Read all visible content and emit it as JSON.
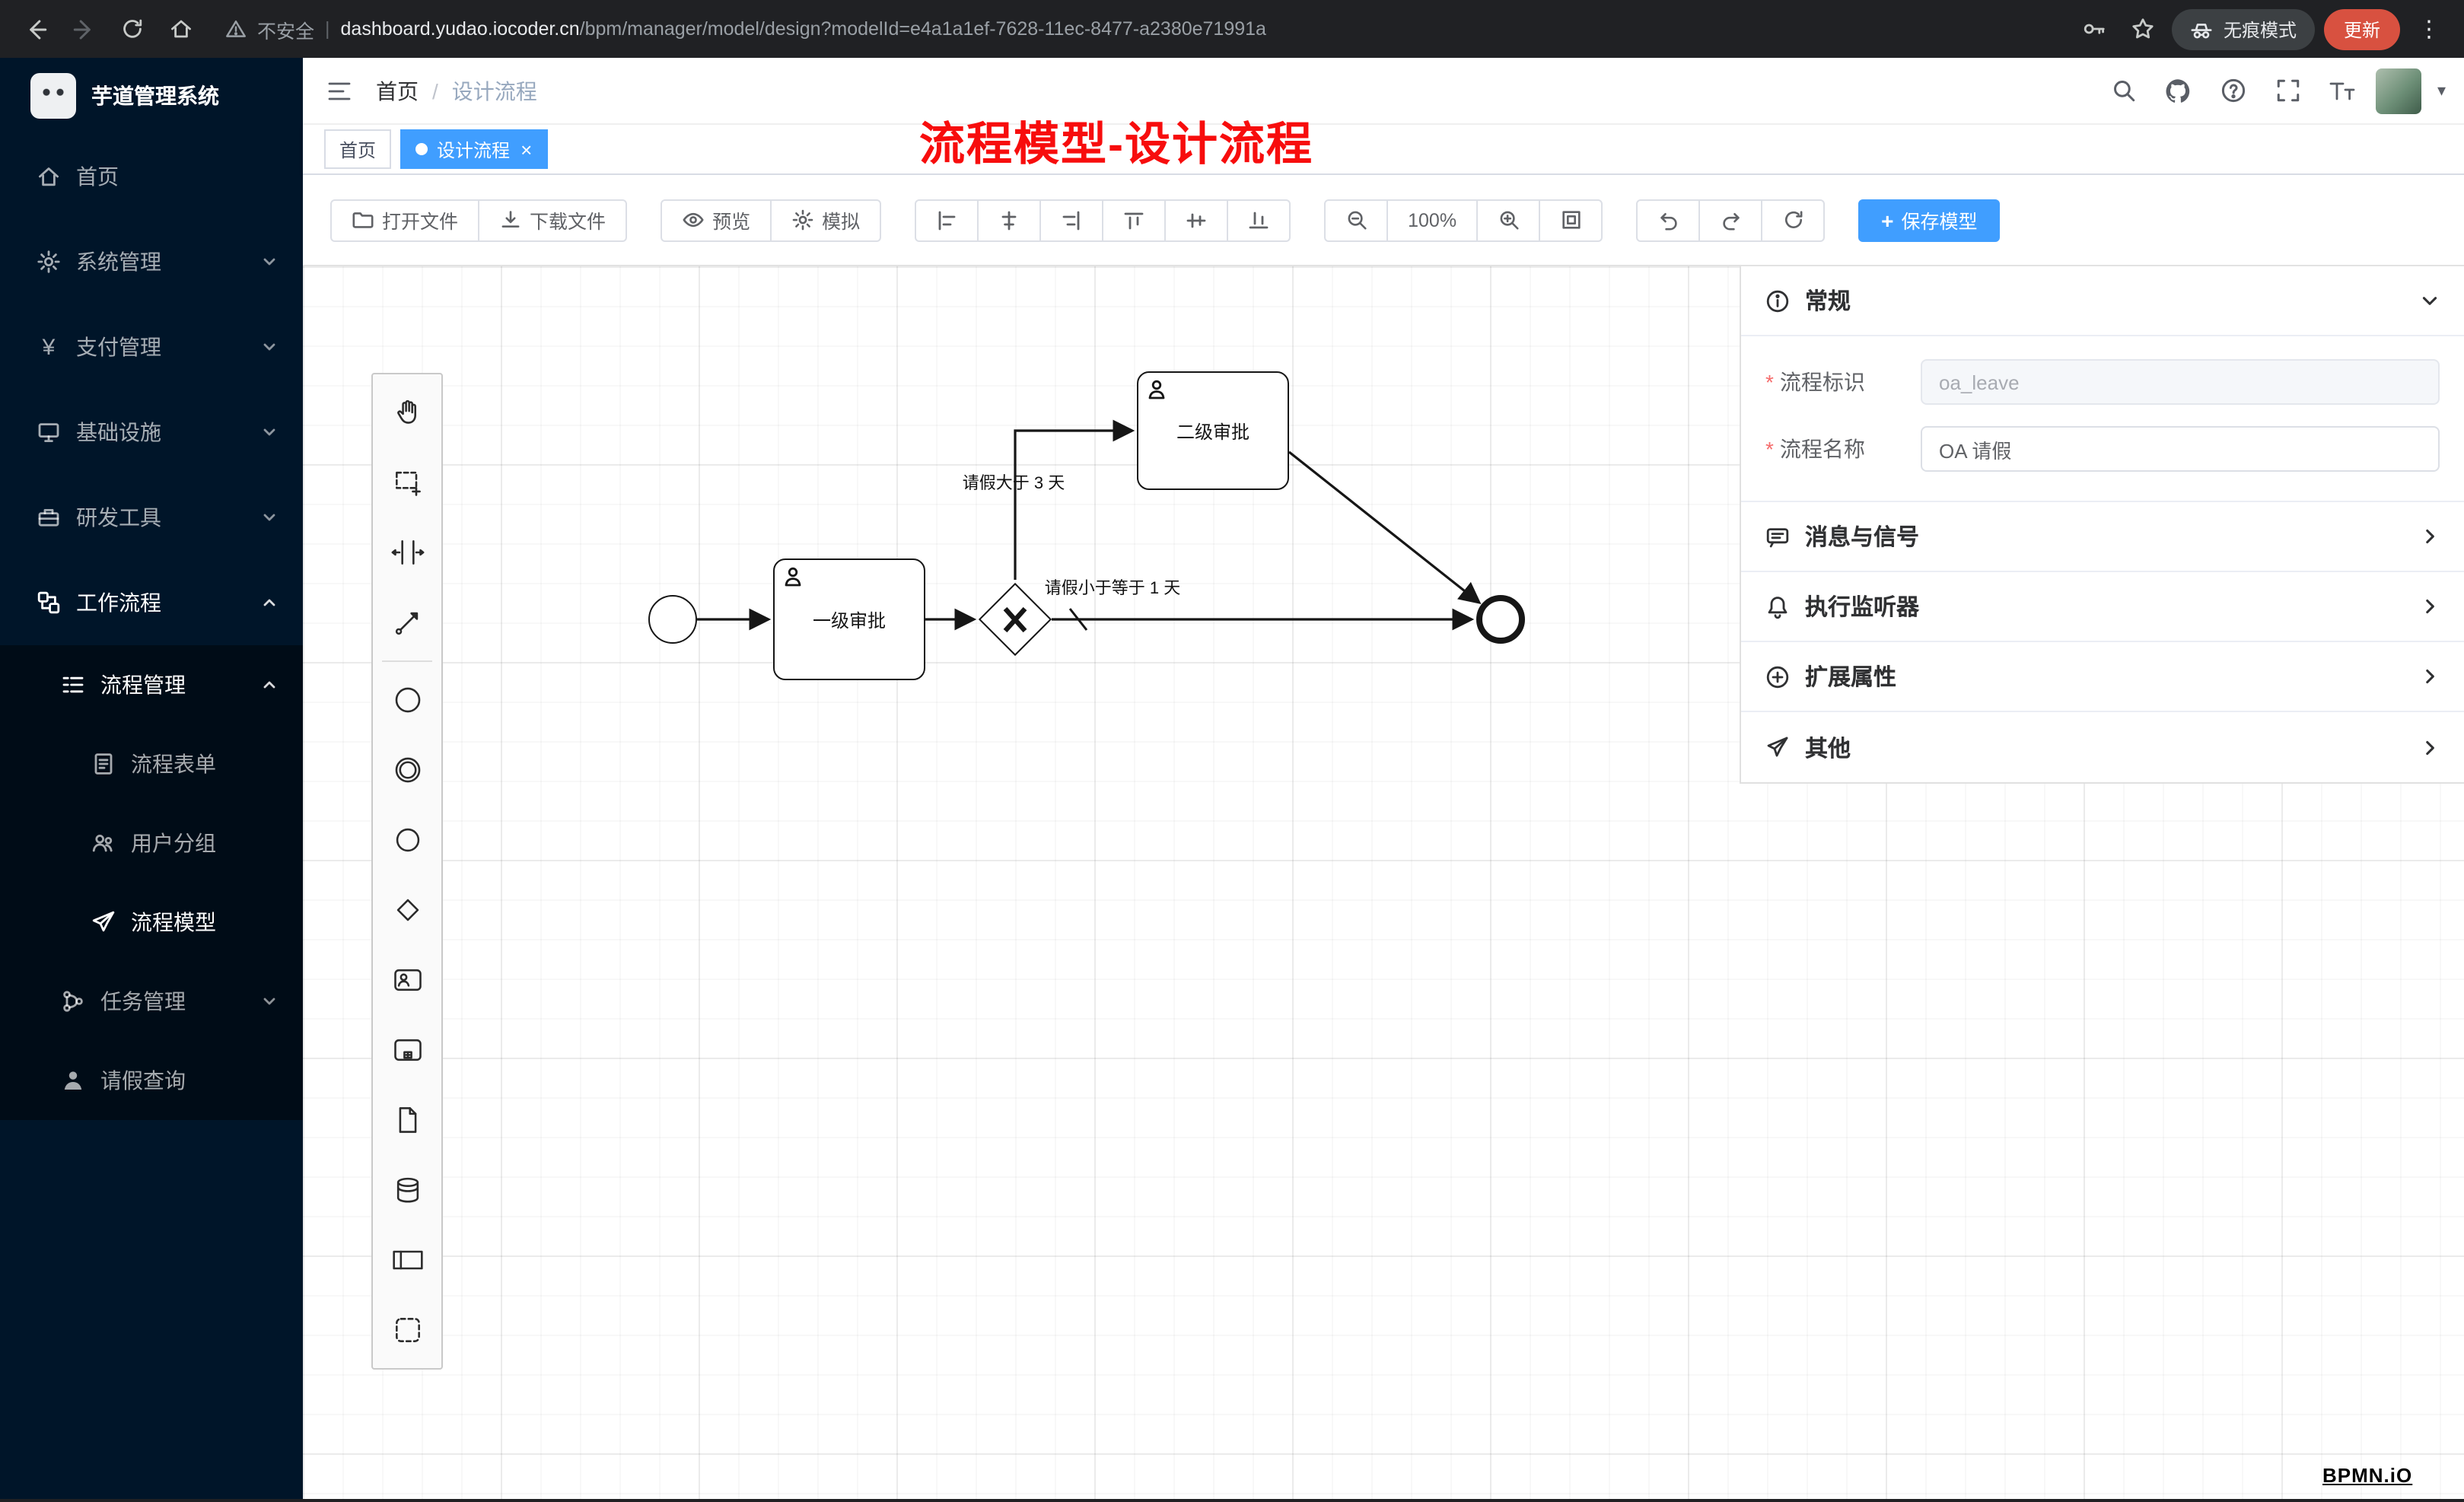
{
  "browser": {
    "security_label": "不安全",
    "url_host": "dashboard.yudao.iocoder.cn",
    "url_path": "/bpm/manager/model/design?modelId=e4a1a1ef-7628-11ec-8477-a2380e71991a",
    "incognito_label": "无痕模式",
    "update_label": "更新"
  },
  "sidebar": {
    "logo_title": "芋道管理系统",
    "items": [
      {
        "label": "首页"
      },
      {
        "label": "系统管理"
      },
      {
        "label": "支付管理"
      },
      {
        "label": "基础设施"
      },
      {
        "label": "研发工具"
      },
      {
        "label": "工作流程"
      }
    ],
    "submenu": {
      "parent": "流程管理",
      "children": [
        {
          "label": "流程表单"
        },
        {
          "label": "用户分组"
        },
        {
          "label": "流程模型"
        }
      ],
      "siblings": [
        {
          "label": "任务管理"
        },
        {
          "label": "请假查询"
        }
      ]
    }
  },
  "header": {
    "breadcrumb": [
      "首页",
      "设计流程"
    ],
    "annotation": "流程模型-设计流程"
  },
  "tabs": [
    {
      "label": "首页"
    },
    {
      "label": "设计流程"
    }
  ],
  "toolbar": {
    "open": "打开文件",
    "download": "下载文件",
    "preview": "预览",
    "simulate": "模拟",
    "zoom_level": "100%",
    "save": "保存模型"
  },
  "diagram": {
    "task1_label": "一级审批",
    "task2_label": "二级审批",
    "flow_condition_gt": "请假大于 3 天",
    "flow_condition_lte": "请假小于等于 1 天",
    "watermark": "BPMN.iO"
  },
  "panel": {
    "general_title": "常规",
    "fields": {
      "process_key": {
        "label": "流程标识",
        "value": "oa_leave"
      },
      "process_name": {
        "label": "流程名称",
        "value": "OA 请假"
      }
    },
    "sections": [
      {
        "title": "消息与信号"
      },
      {
        "title": "执行监听器"
      },
      {
        "title": "扩展属性"
      },
      {
        "title": "其他"
      }
    ]
  }
}
